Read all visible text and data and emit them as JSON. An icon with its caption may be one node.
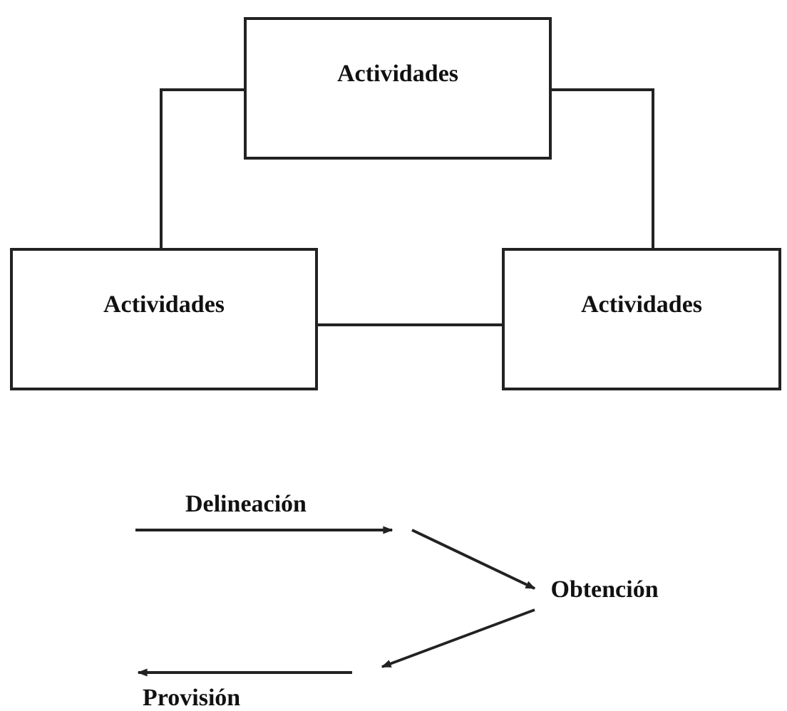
{
  "diagram": {
    "nodes": [
      {
        "text": [
          "Actividades"
        ]
      },
      {
        "text": [
          "Actividades"
        ]
      },
      {
        "text": [
          "Actividades"
        ]
      },
      {
        "text": [
          "Delineación"
        ]
      },
      {
        "text": [
          "Obtención"
        ]
      },
      {
        "text": [
          "Provisión"
        ]
      }
    ],
    "edges": [
      {
        "from": 0,
        "to": 1,
        "arrow": "none"
      },
      {
        "from": 0,
        "to": 2,
        "arrow": "none"
      },
      {
        "from": 1,
        "to": 2,
        "arrow": "none"
      },
      {
        "from": 3,
        "to": 4,
        "arrow": "to"
      },
      {
        "from": 4,
        "to": 5,
        "arrow": "to"
      }
    ]
  }
}
